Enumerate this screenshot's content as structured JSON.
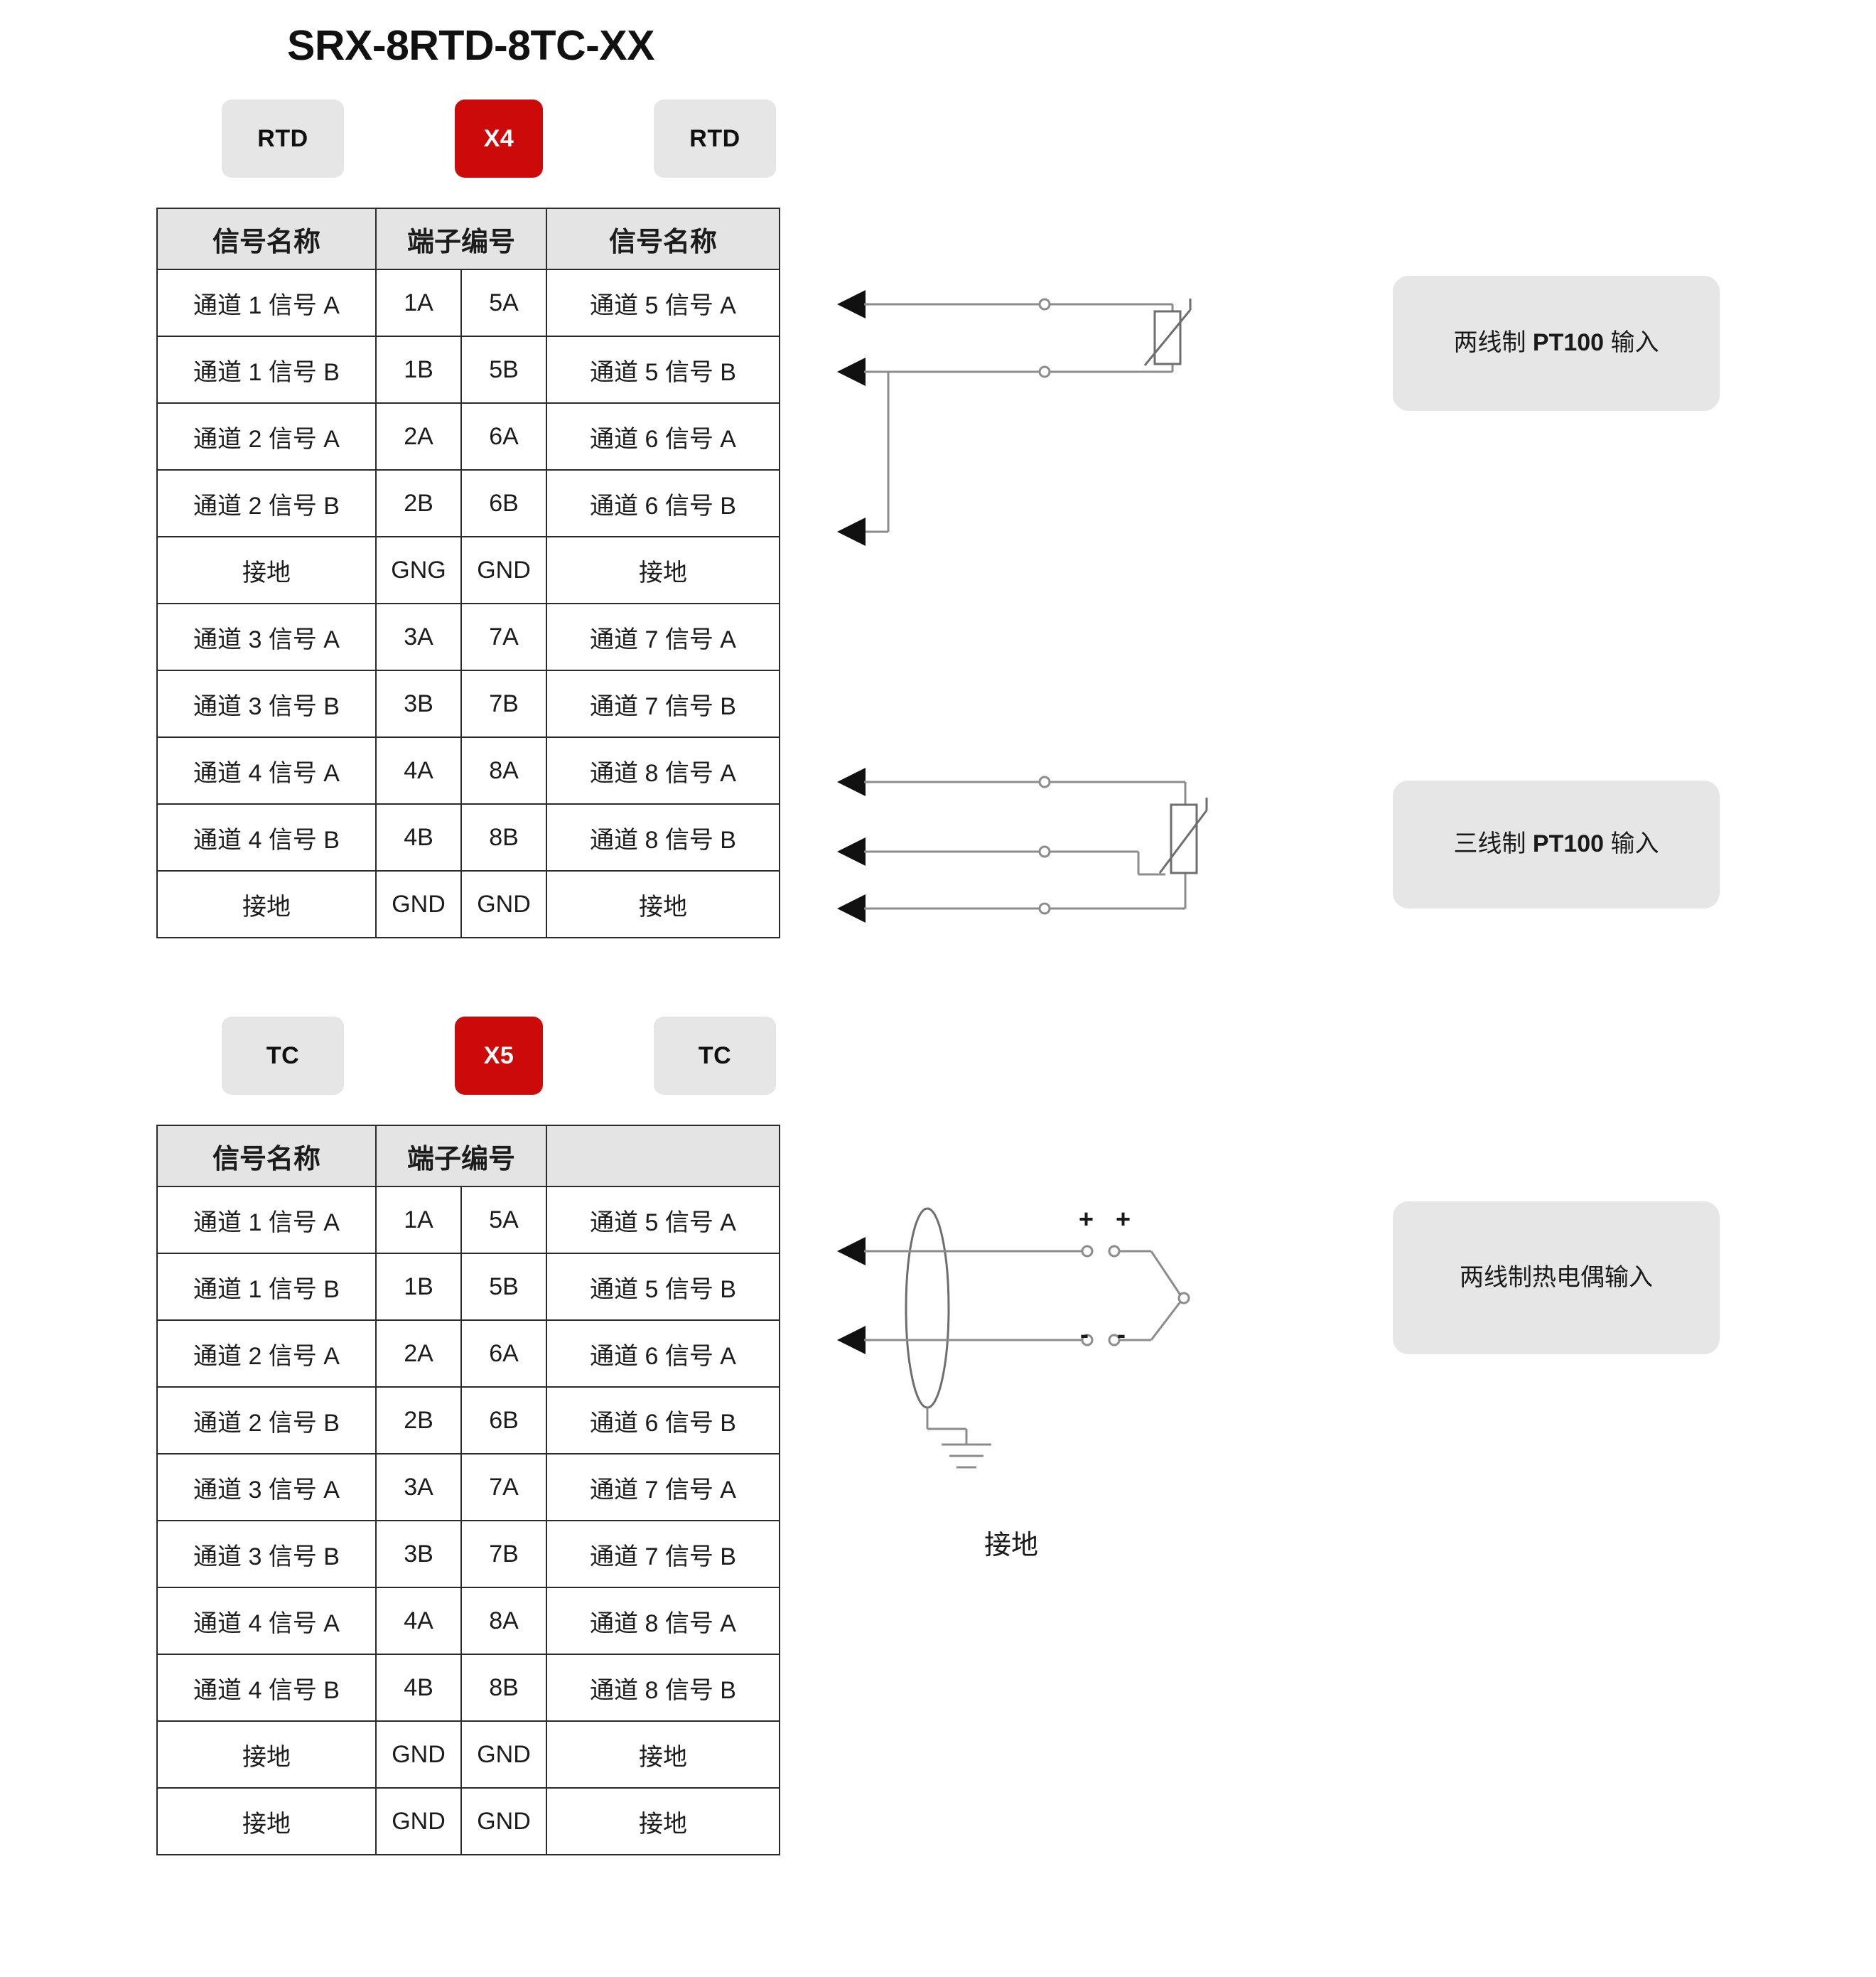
{
  "title": "SRX-8RTD-8TC-XX",
  "sections": [
    {
      "id": "rtd",
      "badges": [
        {
          "label": "RTD",
          "style": "gray"
        },
        {
          "label": "X4",
          "style": "red"
        },
        {
          "label": "RTD",
          "style": "gray"
        }
      ],
      "table": {
        "headers": [
          "信号名称",
          "端子编号",
          "信号名称"
        ],
        "rows": [
          [
            "通道 1 信号 A",
            "1A",
            "5A",
            "通道 5 信号 A"
          ],
          [
            "通道 1 信号 B",
            "1B",
            "5B",
            "通道 5 信号 B"
          ],
          [
            "通道 2 信号 A",
            "2A",
            "6A",
            "通道 6 信号 A"
          ],
          [
            "通道 2 信号 B",
            "2B",
            "6B",
            "通道 6 信号 B"
          ],
          [
            "接地",
            "GNG",
            "GND",
            "接地"
          ],
          [
            "通道 3 信号 A",
            "3A",
            "7A",
            "通道 7 信号 A"
          ],
          [
            "通道 3 信号 B",
            "3B",
            "7B",
            "通道 7 信号 B"
          ],
          [
            "通道 4 信号 A",
            "4A",
            "8A",
            "通道 8 信号 A"
          ],
          [
            "通道 4 信号 B",
            "4B",
            "8B",
            "通道 8 信号 B"
          ],
          [
            "接地",
            "GND",
            "GND",
            "接地"
          ]
        ]
      },
      "callouts": [
        {
          "id": "two-wire-pt100",
          "prefix": "两线制 ",
          "bold": "PT100",
          "suffix": " 输入"
        },
        {
          "id": "three-wire-pt100",
          "prefix": "三线制 ",
          "bold": "PT100",
          "suffix": " 输入"
        }
      ]
    },
    {
      "id": "tc",
      "badges": [
        {
          "label": "TC",
          "style": "gray"
        },
        {
          "label": "X5",
          "style": "red"
        },
        {
          "label": "TC",
          "style": "gray"
        }
      ],
      "table": {
        "headers": [
          "信号名称",
          "端子编号",
          ""
        ],
        "rows": [
          [
            "通道 1 信号 A",
            "1A",
            "5A",
            "通道 5 信号 A"
          ],
          [
            "通道 1 信号 B",
            "1B",
            "5B",
            "通道 5 信号 B"
          ],
          [
            "通道 2 信号 A",
            "2A",
            "6A",
            "通道 6 信号 A"
          ],
          [
            "通道 2 信号 B",
            "2B",
            "6B",
            "通道 6 信号 B"
          ],
          [
            "通道 3 信号 A",
            "3A",
            "7A",
            "通道 7 信号 A"
          ],
          [
            "通道 3 信号 B",
            "3B",
            "7B",
            "通道 7 信号 B"
          ],
          [
            "通道 4 信号 A",
            "4A",
            "8A",
            "通道 8 信号 A"
          ],
          [
            "通道 4 信号 B",
            "4B",
            "8B",
            "通道 8 信号 B"
          ],
          [
            "接地",
            "GND",
            "GND",
            "接地"
          ],
          [
            "接地",
            "GND",
            "GND",
            "接地"
          ]
        ]
      },
      "callouts": [
        {
          "id": "two-wire-thermocouple",
          "prefix": "",
          "bold": "",
          "suffix": "两线制热电偶输入"
        }
      ],
      "diagram_labels": {
        "ground": "接地",
        "plus_left": "+",
        "plus_right": "+",
        "minus_left": "-",
        "minus_right": "-"
      }
    }
  ],
  "colors": {
    "accent_red": "#cc0a0a",
    "badge_gray": "#e6e6e6",
    "header_gray": "#e4e4e4",
    "border": "#2b2b2b",
    "wire": "#8c8c8c"
  }
}
